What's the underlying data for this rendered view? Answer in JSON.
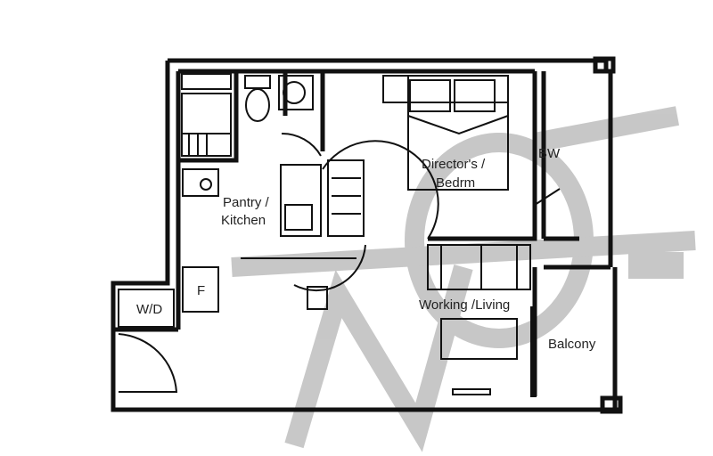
{
  "floor_plan": {
    "rooms": {
      "pantry": [
        "Pantry /",
        "Kitchen"
      ],
      "bedroom": [
        "Director's /",
        "Bedrm"
      ],
      "bathroom": "BW",
      "washer_dryer": "W/D",
      "fridge": "F",
      "living": "Working /Living",
      "balcony": "Balcony"
    },
    "colors": {
      "wall": "#111111",
      "watermark": "#9a9a9a"
    }
  }
}
